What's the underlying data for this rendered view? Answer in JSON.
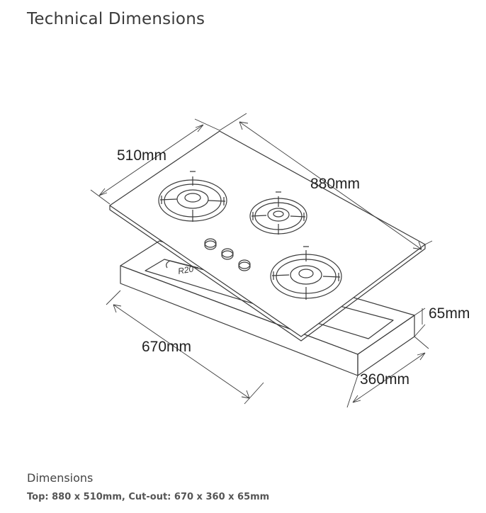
{
  "header": {
    "title": "Technical Dimensions"
  },
  "diagram": {
    "labels": {
      "top_depth": "510mm",
      "top_width": "880mm",
      "cutout_height": "65mm",
      "cutout_width": "670mm",
      "cutout_depth": "360mm",
      "corner_radius": "R20"
    },
    "colors": {
      "line": "#3a3a3a"
    }
  },
  "dimensions": {
    "heading": "Dimensions",
    "summary": "Top: 880 x 510mm, Cut-out: 670 x 360 x 65mm"
  }
}
